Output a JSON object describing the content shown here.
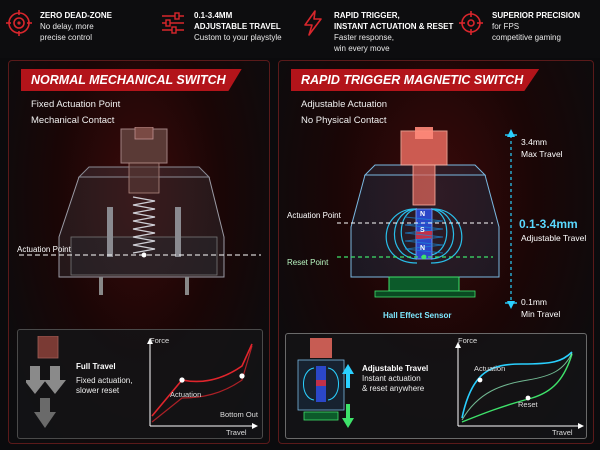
{
  "features": [
    {
      "icon": "target-icon",
      "title": "ZERO DEAD-ZONE",
      "lines": [
        "No delay, more",
        "precise control"
      ]
    },
    {
      "icon": "sliders-icon",
      "title": "0.1-3.4MM",
      "lines": [
        "ADJUSTABLE TRAVEL",
        "Custom to your playstyle"
      ]
    },
    {
      "icon": "lightning-icon",
      "title": "RAPID TRIGGER,",
      "lines": [
        "INSTANT ACTUATION & RESET",
        "Faster response,",
        "win every move"
      ]
    },
    {
      "icon": "crosshair-icon",
      "title": "SUPERIOR PRECISION",
      "lines": [
        "for FPS",
        "competitive gaming"
      ]
    }
  ],
  "left_panel": {
    "title": "NORMAL MECHANICAL SWITCH",
    "sub1": "Fixed Actuation Point",
    "sub2": "Mechanical Contact",
    "actuation_label": "Actuation Point",
    "mini": {
      "title": "Full Travel",
      "line1": "Fixed actuation,",
      "line2": "slower reset",
      "force": "Force",
      "travel": "Travel",
      "actuation": "Actuation",
      "bottom_out": "Bottom Out"
    }
  },
  "right_panel": {
    "title": "RAPID TRIGGER MAGNETIC SWITCH",
    "sub1": "Adjustable Actuation",
    "sub2": "No Physical Contact",
    "actuation_label": "Actuation Point",
    "reset_label": "Reset Point",
    "sensor_label": "Hall Effect Sensor",
    "max_value": "3.4mm",
    "max_label": "Max Travel",
    "range_value": "0.1-3.4mm",
    "range_label": "Adjustable Travel",
    "min_value": "0.1mm",
    "min_label": "Min Travel",
    "magnet_letters": [
      "N",
      "S",
      "N"
    ],
    "mini": {
      "title": "Adjustable Travel",
      "line1": "Instant actuation",
      "line2": "& reset anywhere",
      "force": "Force",
      "travel": "Travel",
      "actuation": "Actuation",
      "reset": "Reset"
    }
  },
  "colors": {
    "accent": "#b3141a",
    "cyan": "#2ad0ff",
    "green": "#3ee26a",
    "stem": "#e06a5a"
  }
}
